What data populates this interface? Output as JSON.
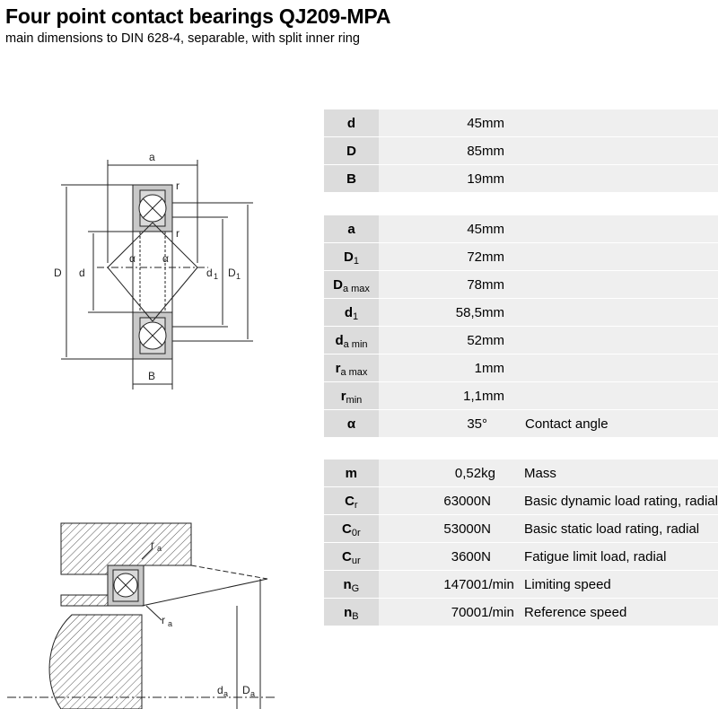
{
  "header": {
    "title": "Four point contact bearings QJ209-MPA",
    "subtitle": "main dimensions to DIN 628-4, separable, with split inner ring"
  },
  "drawing1": {
    "labels": {
      "a": "a",
      "r": "r",
      "D": "D",
      "d": "d",
      "d1": "d",
      "D1": "D",
      "one": "1",
      "alpha": "α",
      "B": "B"
    }
  },
  "drawing2": {
    "labels": {
      "ra": "r",
      "a_sub": "a",
      "da": "d",
      "Da": "D"
    }
  },
  "groups": [
    {
      "rows": [
        {
          "sym": "d",
          "sub": "",
          "value": "45",
          "unit": "mm",
          "desc": ""
        },
        {
          "sym": "D",
          "sub": "",
          "value": "85",
          "unit": "mm",
          "desc": ""
        },
        {
          "sym": "B",
          "sub": "",
          "value": "19",
          "unit": "mm",
          "desc": ""
        }
      ]
    },
    {
      "rows": [
        {
          "sym": "a",
          "sub": "",
          "value": "45",
          "unit": "mm",
          "desc": ""
        },
        {
          "sym": "D",
          "sub": "1",
          "value": "72",
          "unit": "mm",
          "desc": ""
        },
        {
          "sym": "D",
          "sub": "a max",
          "value": "78",
          "unit": "mm",
          "desc": ""
        },
        {
          "sym": "d",
          "sub": "1",
          "value": "58,5",
          "unit": "mm",
          "desc": ""
        },
        {
          "sym": "d",
          "sub": "a min",
          "value": "52",
          "unit": "mm",
          "desc": ""
        },
        {
          "sym": "r",
          "sub": "a max",
          "value": "1",
          "unit": "mm",
          "desc": ""
        },
        {
          "sym": "r",
          "sub": "min",
          "value": "1,1",
          "unit": "mm",
          "desc": ""
        },
        {
          "sym": "α",
          "sub": "",
          "value": "35",
          "unit": "°",
          "desc": "Contact angle"
        }
      ]
    },
    {
      "rows": [
        {
          "sym": "m",
          "sub": "",
          "value": "0,52",
          "unit": "kg",
          "desc": "Mass"
        },
        {
          "sym": "C",
          "sub": "r",
          "value": "63000",
          "unit": "N",
          "desc": "Basic dynamic load rating, radial"
        },
        {
          "sym": "C",
          "sub": "0r",
          "value": "53000",
          "unit": "N",
          "desc": "Basic static load rating, radial"
        },
        {
          "sym": "C",
          "sub": "ur",
          "value": "3600",
          "unit": "N",
          "desc": "Fatigue limit load, radial"
        },
        {
          "sym": "n",
          "sub": "G",
          "value": "14700",
          "unit": "1/min",
          "desc": "Limiting speed"
        },
        {
          "sym": "n",
          "sub": "B",
          "value": "7000",
          "unit": "1/min",
          "desc": "Reference speed"
        }
      ]
    }
  ]
}
